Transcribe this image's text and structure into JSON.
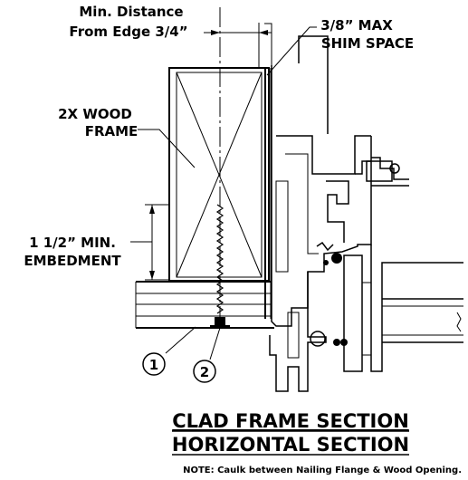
{
  "labels": {
    "min_distance_line1": "Min. Distance",
    "min_distance_line2": "From Edge 3/4”",
    "shim_line1": "3/8” MAX",
    "shim_line2": "SHIM SPACE",
    "wood_frame_line1": "2X WOOD",
    "wood_frame_line2": "FRAME",
    "embedment_line1": "1 1/2” MIN.",
    "embedment_line2": "EMBEDMENT"
  },
  "callouts": [
    "1",
    "2"
  ],
  "title": {
    "line1": "CLAD FRAME SECTION",
    "line2": "HORIZONTAL SECTION"
  },
  "note": "NOTE: Caulk between Nailing Flange & Wood Opening."
}
